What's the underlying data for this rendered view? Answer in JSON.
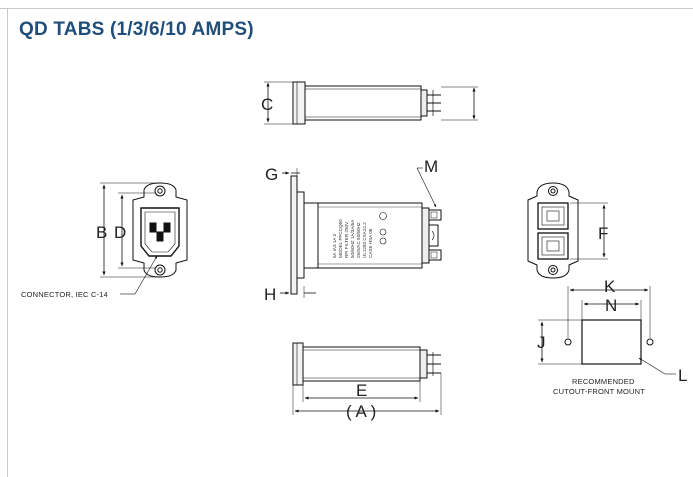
{
  "title": "QD TABS (1/3/6/10 AMPS)",
  "labels": {
    "a": "( A )",
    "b": "B",
    "c": "C",
    "d": "D",
    "e": "E",
    "f": "F",
    "g": "G",
    "h": "H",
    "j": "J",
    "k": "K",
    "l": "L",
    "m": "M",
    "n": "N"
  },
  "notes": {
    "connector": "CONNECTOR, IEC C-14",
    "cutout_line1": "RECOMMENDED",
    "cutout_line2": "CUTOUT-FRONT MOUNT"
  }
}
